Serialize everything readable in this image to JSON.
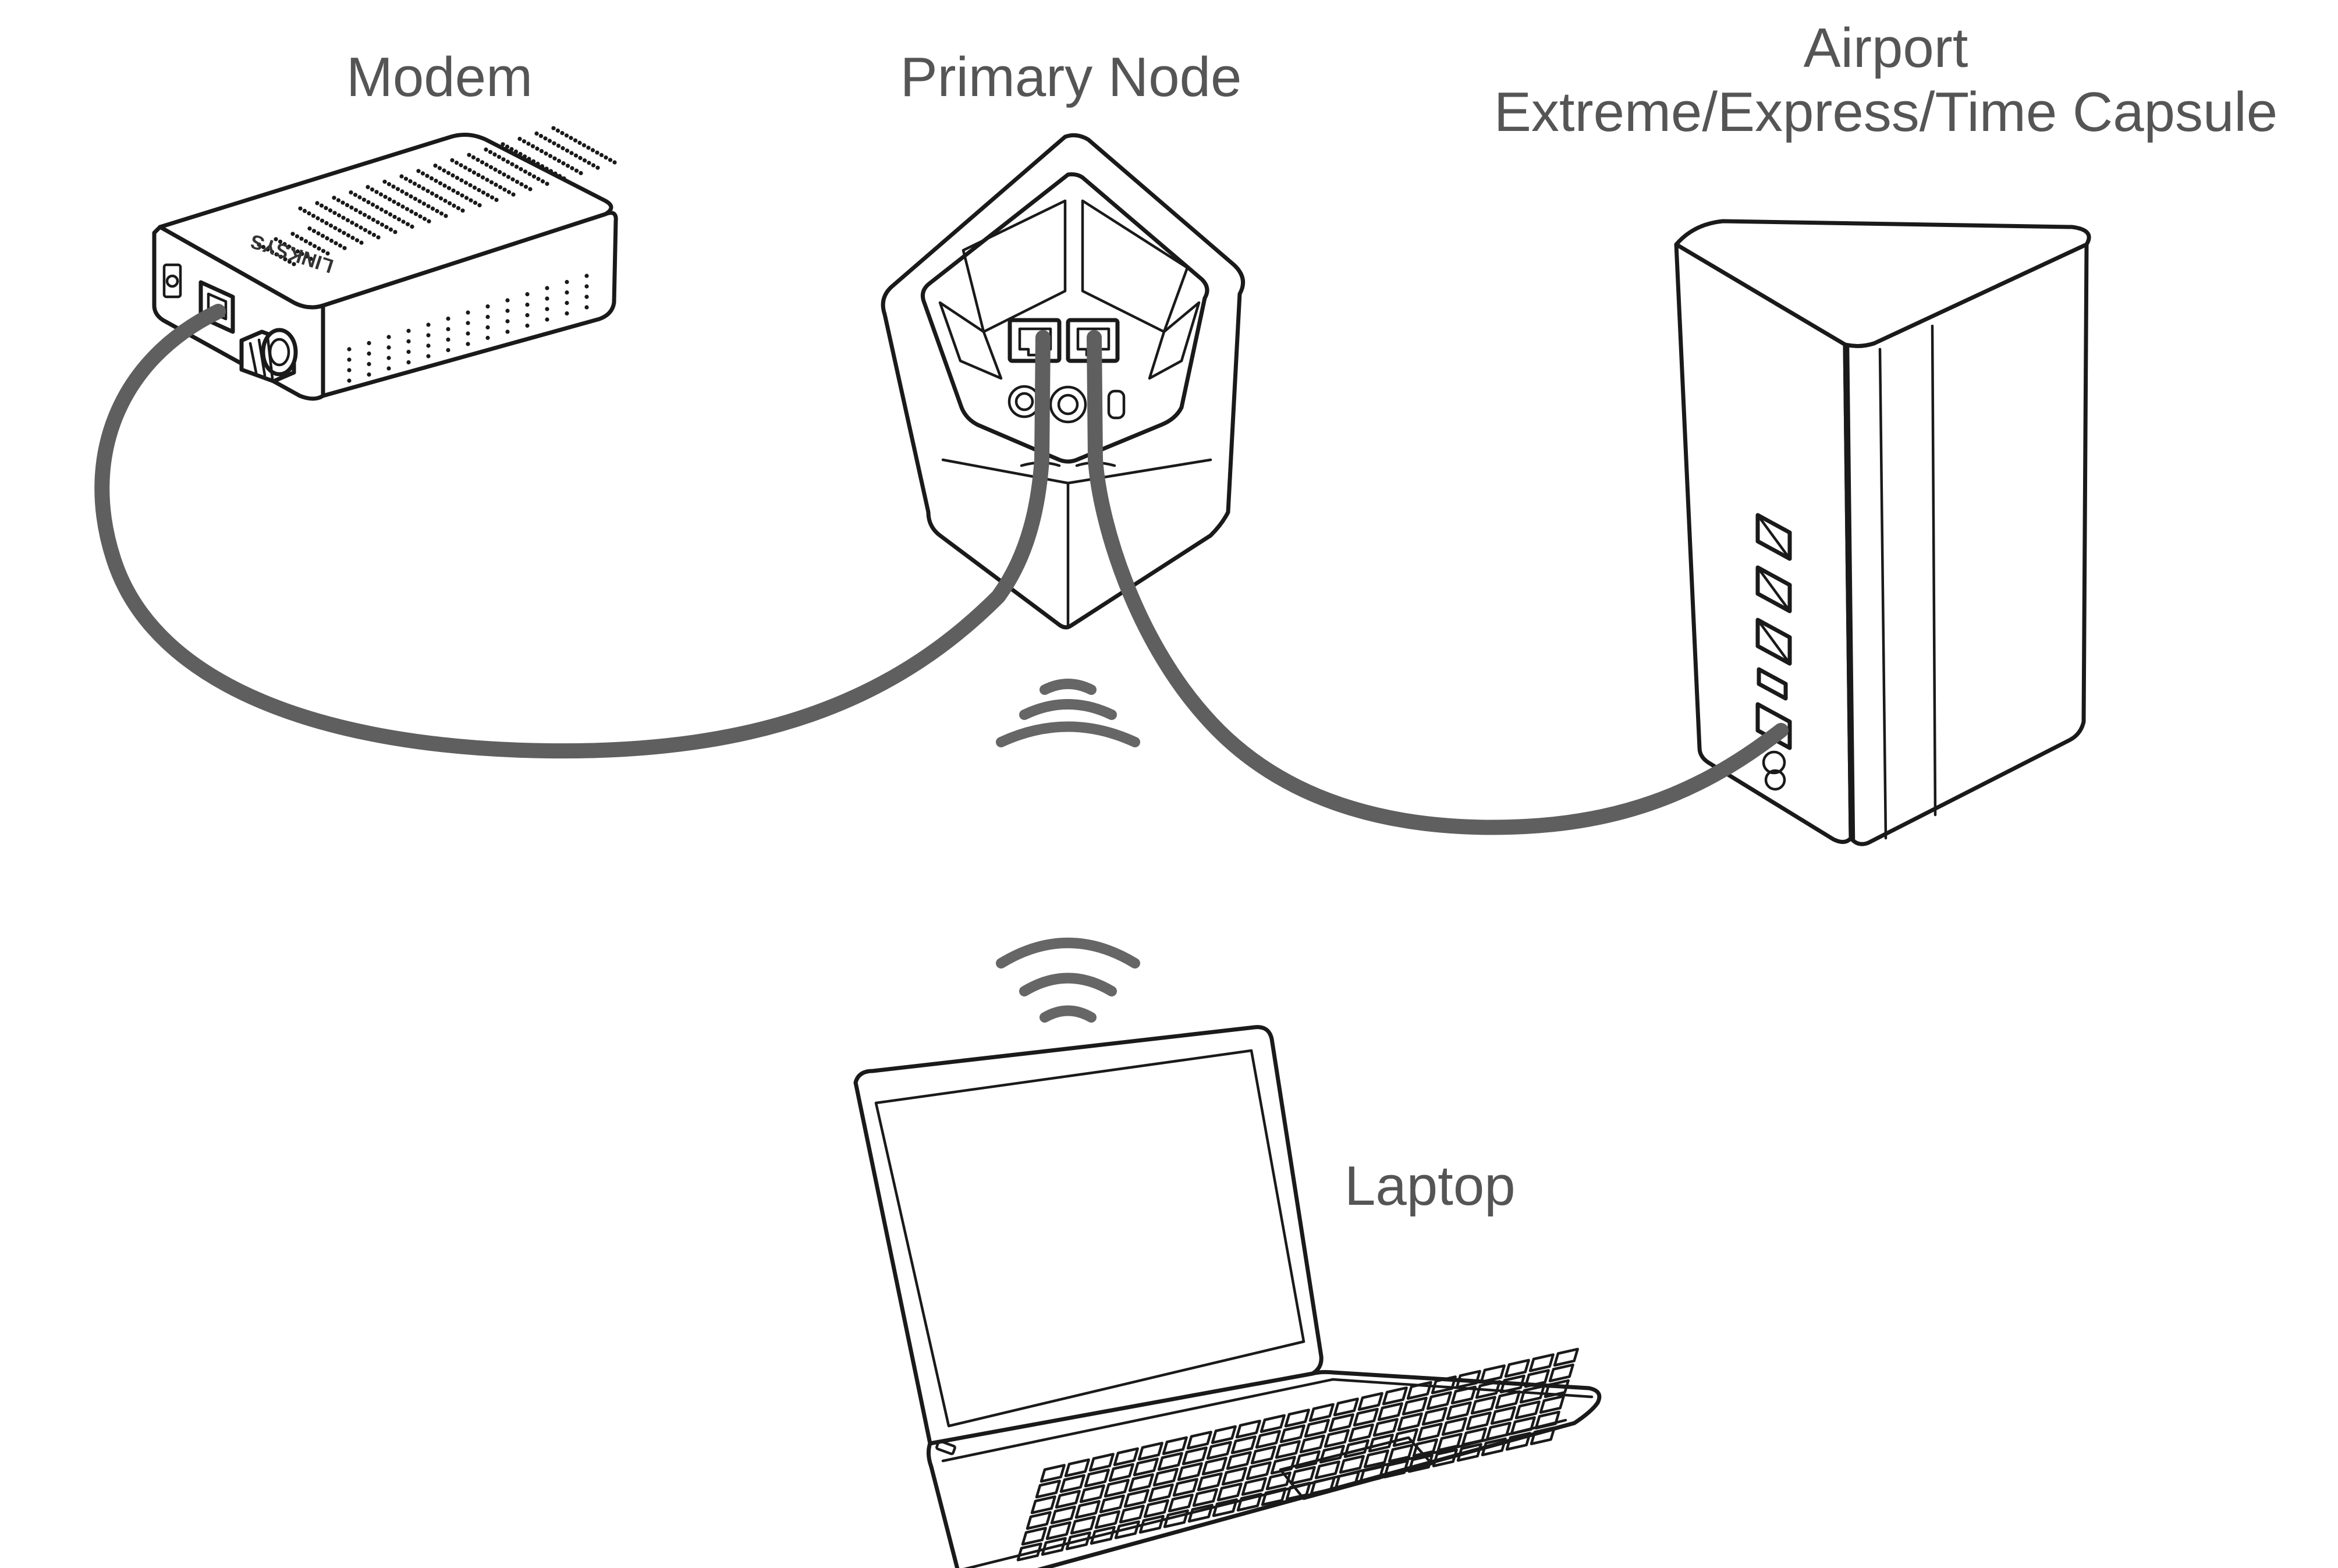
{
  "labels": {
    "modem": "Modem",
    "primary_node": "Primary Node",
    "airport_line1": "Airport",
    "airport_line2": "Extreme/Express/Time Capsule",
    "laptop": "Laptop"
  },
  "modem_brand": "LINKSYS",
  "colors": {
    "cable": "#5f5f5f",
    "label_text": "#555555",
    "outline": "#1a1a1a",
    "wifi_waves": "#666666"
  },
  "icons": [
    "modem-icon",
    "node-icon",
    "airport-icon",
    "laptop-icon",
    "wifi-waves-icon"
  ]
}
